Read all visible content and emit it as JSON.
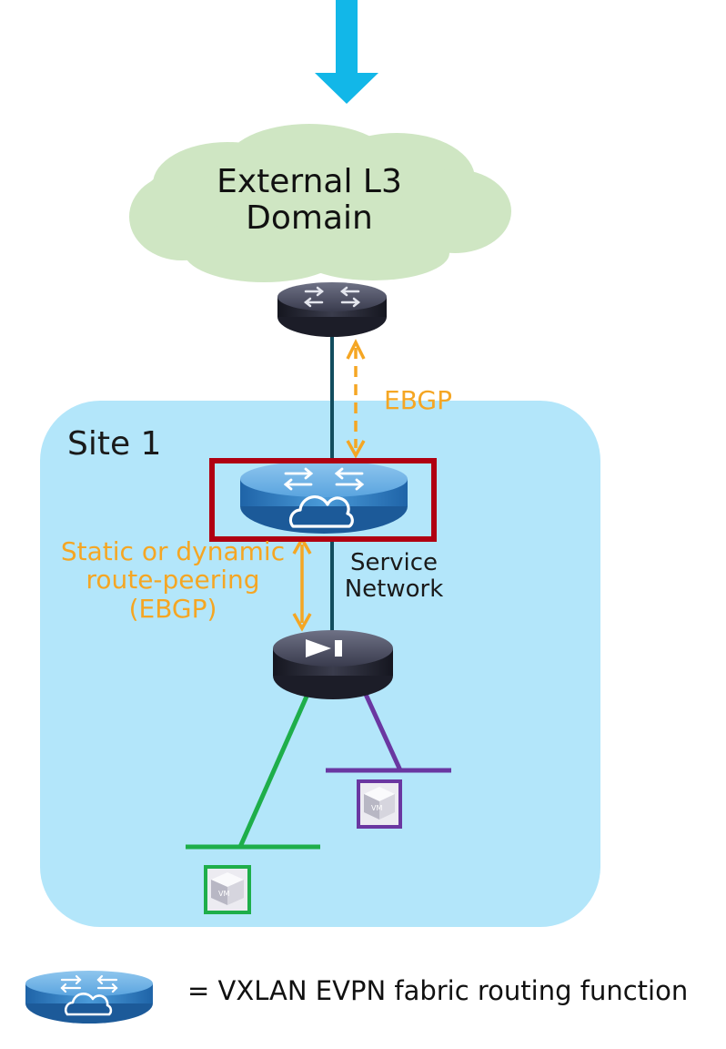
{
  "colors": {
    "arrow_in": "#12b7e8",
    "cloud_fill": "#cfe6c3",
    "site_fill": "#b3e6fa",
    "uplink_line": "#124d5e",
    "ebgp_orange": "#f5a623",
    "highlight_box": "#b00011",
    "green_network": "#1eae4a",
    "purple_network": "#6a37a1",
    "router_dark": "#2b2d3b",
    "router_blue": "#3d8fd1"
  },
  "icons": {
    "top_router": "router-icon",
    "fabric_router": "vxlan-fabric-router-icon",
    "service_node": "service-node-icon",
    "vm_green": "vm-icon",
    "vm_purple": "vm-icon",
    "legend_router": "vxlan-fabric-router-icon"
  },
  "cloud": {
    "line1": "External L3",
    "line2": "Domain"
  },
  "site": {
    "label": "Site 1"
  },
  "ebgp": {
    "label": "EBGP"
  },
  "service_network": {
    "line1": "Service",
    "line2": "Network"
  },
  "route_peering": {
    "line1": "Static or dynamic",
    "line2": "route-peering",
    "line3": "(EBGP)"
  },
  "vm": {
    "label": "VM"
  },
  "legend": {
    "text": "= VXLAN EVPN fabric routing function"
  }
}
